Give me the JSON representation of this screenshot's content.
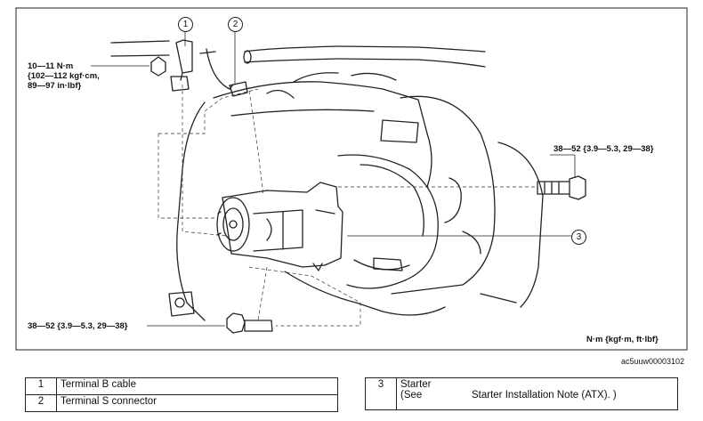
{
  "torque_labels": {
    "terminal_b_nut": [
      "10—11 N·m",
      "{102—112 kgf·cm,",
      "89—97 in·lbf}"
    ],
    "upper_bolt": "38—52 {3.9—5.3, 29—38}",
    "lower_bolt": "38—52 {3.9—5.3, 29—38}"
  },
  "callouts": [
    "1",
    "2",
    "3"
  ],
  "units_note": "N·m {kgf·m, ft·lbf}",
  "figure_code": "ac5uuw00003102",
  "legend_left": [
    {
      "num": "1",
      "text": "Terminal B cable"
    },
    {
      "num": "2",
      "text": "Terminal S connector"
    }
  ],
  "legend_right": {
    "num": "3",
    "line1": "Starter",
    "see": "(See",
    "note": "Starter Installation Note (ATX). )"
  }
}
